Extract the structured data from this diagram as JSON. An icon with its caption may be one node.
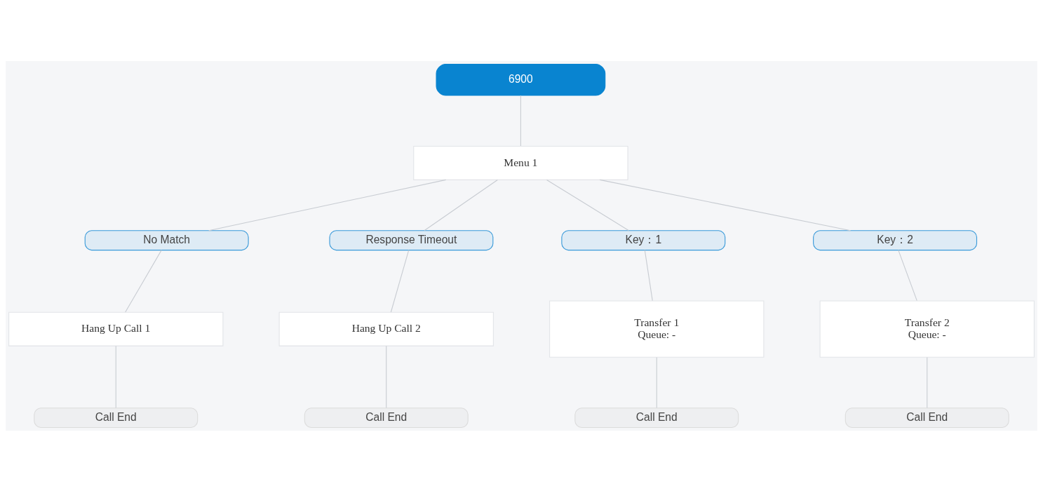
{
  "diagram": {
    "nodes": [
      {
        "text": [
          "6900"
        ]
      },
      {
        "text": [
          "Menu 1"
        ]
      },
      {
        "text": [
          "No Match"
        ]
      },
      {
        "text": [
          "Response Timeout"
        ]
      },
      {
        "text": [
          "Key：1"
        ]
      },
      {
        "text": [
          "Key：2"
        ]
      },
      {
        "text": [
          "Hang Up Call 1"
        ]
      },
      {
        "text": [
          "Hang Up Call 2"
        ]
      },
      {
        "text": [
          "Transfer 1",
          "Queue: -"
        ]
      },
      {
        "text": [
          "Transfer 2",
          "Queue: -"
        ]
      },
      {
        "text": [
          "Call End"
        ]
      },
      {
        "text": [
          "Call End"
        ]
      },
      {
        "text": [
          "Call End"
        ]
      },
      {
        "text": [
          "Call End"
        ]
      }
    ],
    "edges": [
      {
        "from": 0,
        "to": 1,
        "arrow": "none"
      },
      {
        "from": 1,
        "to": 2,
        "arrow": "none"
      },
      {
        "from": 1,
        "to": 3,
        "arrow": "none"
      },
      {
        "from": 1,
        "to": 4,
        "arrow": "none"
      },
      {
        "from": 1,
        "to": 5,
        "arrow": "none"
      },
      {
        "from": 2,
        "to": 6,
        "arrow": "none"
      },
      {
        "from": 3,
        "to": 7,
        "arrow": "none"
      },
      {
        "from": 4,
        "to": 8,
        "arrow": "none"
      },
      {
        "from": 5,
        "to": 9,
        "arrow": "none"
      },
      {
        "from": 6,
        "to": 10,
        "arrow": "none"
      },
      {
        "from": 7,
        "to": 11,
        "arrow": "none"
      },
      {
        "from": 8,
        "to": 12,
        "arrow": "none"
      },
      {
        "from": 9,
        "to": 13,
        "arrow": "none"
      }
    ]
  }
}
